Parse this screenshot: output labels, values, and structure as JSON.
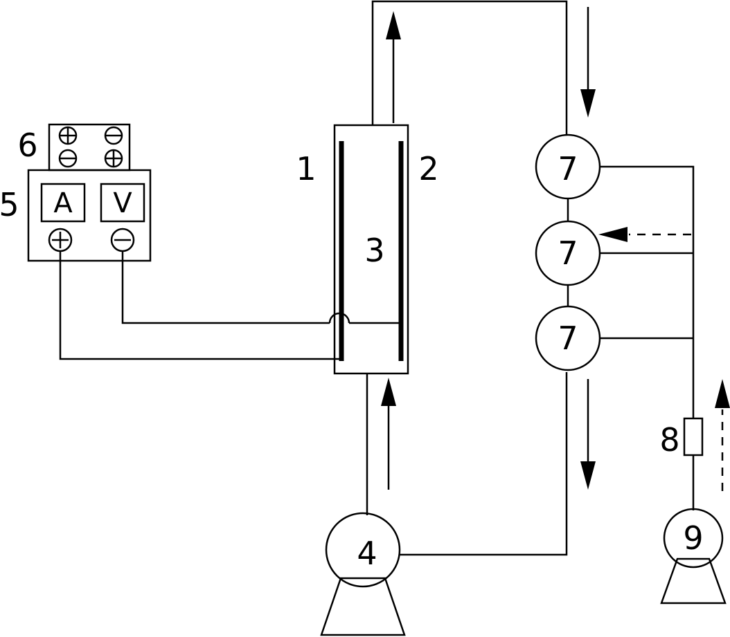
{
  "labels": {
    "electrode_1": "1",
    "electrode_2": "2",
    "cell_3": "3",
    "pump_4": "4",
    "meter_box_5": "5",
    "power_6": "6",
    "column_7_top": "7",
    "column_7_middle": "7",
    "column_7_bottom": "7",
    "valve_8": "8",
    "pump_9": "9"
  },
  "meters": {
    "ammeter": "A",
    "voltmeter": "V"
  },
  "colors": {
    "line": "#000000",
    "background": "#ffffff"
  }
}
